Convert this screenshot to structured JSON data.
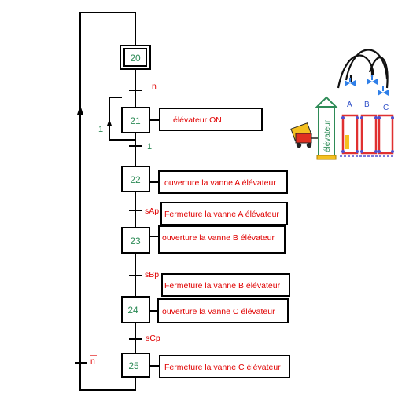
{
  "steps": {
    "s20": "20",
    "s21": "21",
    "s22": "22",
    "s23": "23",
    "s24": "24",
    "s25": "25"
  },
  "actions": {
    "a21": "élévateur ON",
    "a22": "ouverture la vanne A élévateur",
    "a22b": "Fermeture la vanne A élévateur",
    "a23": "ouverture la vanne B élévateur",
    "a23b": "Fermeture la vanne B élévateur",
    "a24": "ouverture la vanne C élévateur",
    "a25": "Fermeture la vanne C élévateur"
  },
  "conditions": {
    "t20": "n",
    "t21": "1",
    "t21_loop": "1",
    "t22": "sAp",
    "t23": "sBp",
    "t24": "sCp",
    "t25": "n"
  },
  "illustration": {
    "elevator_label": "élévateur",
    "tank_a": "A",
    "tank_b": "B",
    "tank_c": "C"
  },
  "colors": {
    "line": "#000000",
    "step_text": "#2e8b57",
    "action_text": "#e00000",
    "valve": "#2f7fe8",
    "tank_outline": "#e03030",
    "elevator": "#2e8b57"
  }
}
